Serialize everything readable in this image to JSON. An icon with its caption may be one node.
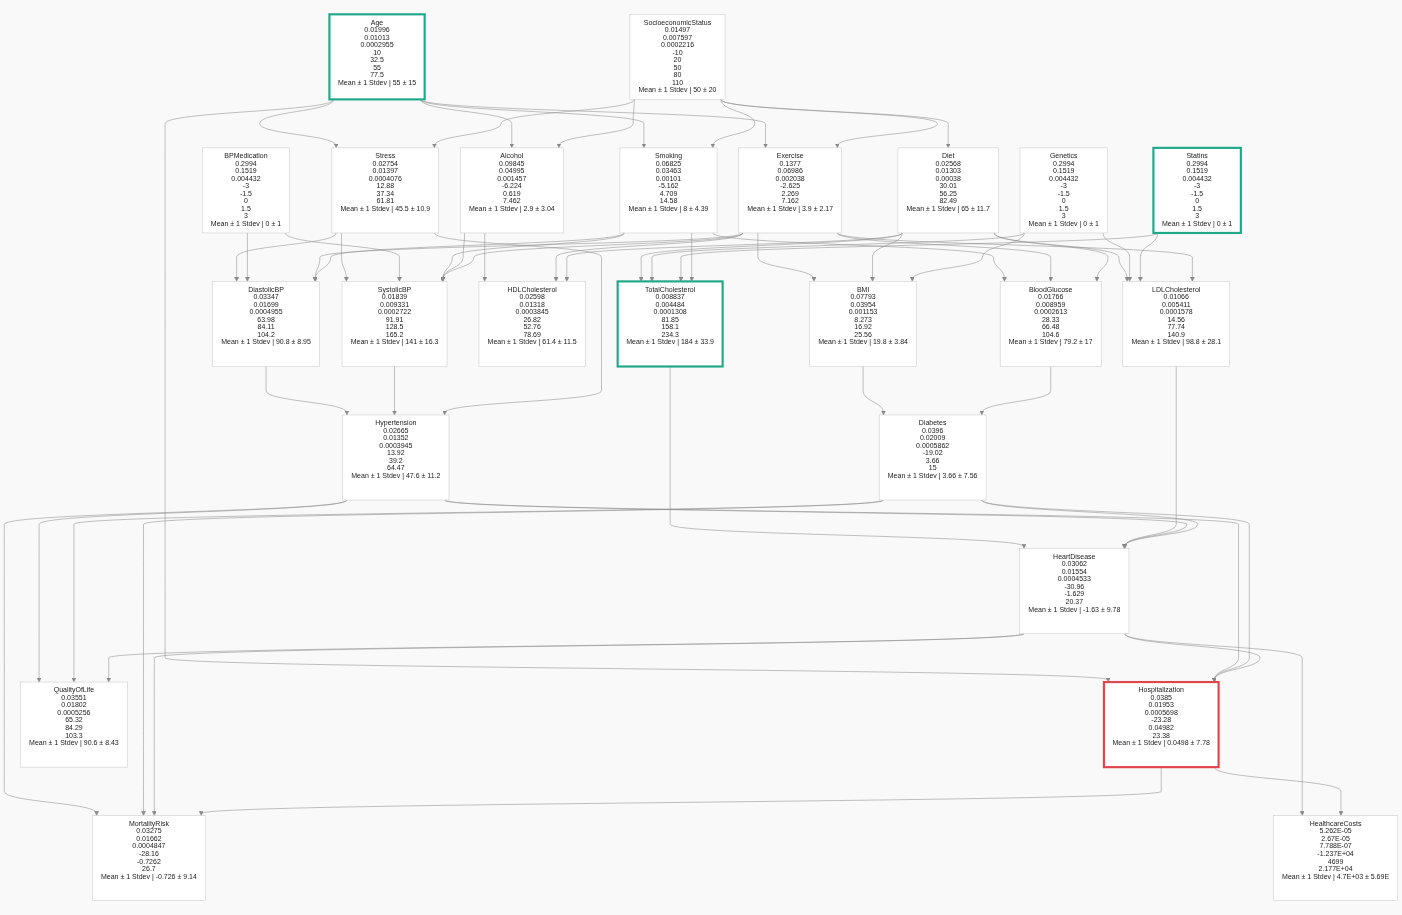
{
  "diagram": {
    "nodes": [
      {
        "text": [
          "Age",
          "0.01996",
          "0.01013",
          "0.0002955",
          "10",
          "32.5",
          "55",
          "77.5",
          "Mean ± 1 Stdev | 55 ± 15"
        ]
      },
      {
        "text": [
          "SocioeconomicStatus",
          "0.01497",
          "0.007597",
          "0.0002216",
          "-10",
          "20",
          "50",
          "80",
          "110",
          "Mean ± 1 Stdev | 50 ± 20"
        ]
      },
      {
        "text": [
          "Stress",
          "0.02754",
          "0.01397",
          "0.0004076",
          "12.88",
          "37.34",
          "61.81",
          "Mean ± 1 Stdev | 45.5 ± 10.9"
        ]
      },
      {
        "text": [
          "BPMedication",
          "0.2994",
          "0.1519",
          "0.004432",
          "-3",
          "-1.5",
          "0",
          "1.5",
          "3",
          "Mean ± 1 Stdev | 0 ± 1"
        ]
      },
      {
        "text": [
          "Smoking",
          "0.06825",
          "0.03463",
          "0.00101",
          "-5.162",
          "4.709",
          "14.58",
          "Mean ± 1 Stdev | 8 ± 4.39"
        ]
      },
      {
        "text": [
          "Alcohol",
          "0.09845",
          "0.04995",
          "0.001457",
          "-6.224",
          "0.619",
          "7.462",
          "Mean ± 1 Stdev | 2.9 ± 3.04"
        ]
      },
      {
        "text": [
          "Exercise",
          "0.1377",
          "0.06986",
          "0.002038",
          "-2.625",
          "2.269",
          "7.162",
          "Mean ± 1 Stdev | 3.9 ± 2.17"
        ]
      },
      {
        "text": [
          "Diet",
          "0.02568",
          "0.01303",
          "0.00038",
          "30.01",
          "56.25",
          "82.49",
          "Mean ± 1 Stdev | 65 ± 11.7"
        ]
      },
      {
        "text": [
          "Genetics",
          "0.2994",
          "0.1519",
          "0.004432",
          "-3",
          "-1.5",
          "0",
          "1.5",
          "3",
          "Mean ± 1 Stdev | 0 ± 1"
        ]
      },
      {
        "text": [
          "Statins",
          "0.2994",
          "0.1519",
          "0.004432",
          "-3",
          "-1.5",
          "0",
          "1.5",
          "3",
          "Mean ± 1 Stdev | 0 ± 1"
        ]
      },
      {
        "text": [
          "DiastolicBP",
          "0.03347",
          "0.01699",
          "0.0004955",
          "63.98",
          "84.11",
          "104.2",
          "Mean ± 1 Stdev | 90.8 ± 8.95"
        ]
      },
      {
        "text": [
          "SystolicBP",
          "0.01839",
          "0.009331",
          "0.0002722",
          "91.91",
          "128.5",
          "165.2",
          "Mean ± 1 Stdev | 141 ± 16.3"
        ]
      },
      {
        "text": [
          "BloodGlucose",
          "0.01766",
          "0.008959",
          "0.0002613",
          "28.33",
          "66.48",
          "104.6",
          "Mean ± 1 Stdev | 79.2 ± 17"
        ]
      },
      {
        "text": [
          "HDLCholesterol",
          "0.02598",
          "0.01318",
          "0.0003845",
          "26.82",
          "52.76",
          "78.69",
          "Mean ± 1 Stdev | 61.4 ± 11.5"
        ]
      },
      {
        "text": [
          "BMI",
          "0.07793",
          "0.03954",
          "0.001153",
          "8.273",
          "16.92",
          "25.56",
          "Mean ± 1 Stdev | 19.8 ± 3.84"
        ]
      },
      {
        "text": [
          "TotalCholesterol",
          "0.008837",
          "0.004484",
          "0.0001308",
          "81.85",
          "158.1",
          "234.3",
          "Mean ± 1 Stdev | 184 ± 33.9"
        ]
      },
      {
        "text": [
          "LDLCholesterol",
          "0.01066",
          "0.005411",
          "0.0001578",
          "14.56",
          "77.74",
          "140.9",
          "Mean ± 1 Stdev | 98.8 ± 28.1"
        ]
      },
      {
        "text": [
          "Hypertension",
          "0.02665",
          "0.01352",
          "0.0003945",
          "13.92",
          "39.2",
          "64.47",
          "Mean ± 1 Stdev | 47.6 ± 11.2"
        ]
      },
      {
        "text": [
          "Diabetes",
          "0.0396",
          "0.02009",
          "0.0005862",
          "-19.02",
          "3.66",
          "15",
          "Mean ± 1 Stdev | 3.66 ± 7.56"
        ]
      },
      {
        "text": [
          "HeartDisease",
          "0.03062",
          "0.01554",
          "0.0004533",
          "-30.96",
          "-1.629",
          "20.37",
          "Mean ± 1 Stdev | -1.63 ± 9.78"
        ]
      },
      {
        "text": [
          "Hospitalization",
          "0.0385",
          "0.01953",
          "0.0005698",
          "-23.28",
          "0.04982",
          "23.38",
          "Mean ± 1 Stdev | 0.0498 ± 7.78"
        ]
      },
      {
        "text": [
          "MortalityRisk",
          "0.03275",
          "0.01662",
          "0.0004847",
          "-28.16",
          "-0.7262",
          "26.7",
          "Mean ± 1 Stdev | -0.726 ± 9.14"
        ]
      },
      {
        "text": [
          "QualityOfLife",
          "0.03551",
          "0.01802",
          "0.0005256",
          "65.32",
          "84.29",
          "103.3",
          "Mean ± 1 Stdev | 90.6 ± 8.43"
        ]
      },
      {
        "text": [
          "HealthcareCosts",
          "5.262E-05",
          "2.67E-05",
          "7.788E-07",
          "-1.237E+04",
          "4699",
          "2.177E+04",
          "Mean ± 1 Stdev | 4.7E+03 ± 5.69E"
        ]
      }
    ],
    "edges": [
      {
        "from": 0,
        "to": 2,
        "arrow": "to"
      },
      {
        "from": 1,
        "to": 2,
        "arrow": "to"
      },
      {
        "from": 0,
        "to": 4,
        "arrow": "to"
      },
      {
        "from": 1,
        "to": 4,
        "arrow": "to"
      },
      {
        "from": 0,
        "to": 5,
        "arrow": "to"
      },
      {
        "from": 1,
        "to": 5,
        "arrow": "to"
      },
      {
        "from": 0,
        "to": 6,
        "arrow": "to"
      },
      {
        "from": 1,
        "to": 6,
        "arrow": "to"
      },
      {
        "from": 1,
        "to": 7,
        "arrow": "to"
      },
      {
        "from": 0,
        "to": 20,
        "arrow": "to"
      },
      {
        "from": 2,
        "to": 10,
        "arrow": "to"
      },
      {
        "from": 2,
        "to": 11,
        "arrow": "to"
      },
      {
        "from": 3,
        "to": 10,
        "arrow": "to"
      },
      {
        "from": 3,
        "to": 11,
        "arrow": "to"
      },
      {
        "from": 4,
        "to": 11,
        "arrow": "to"
      },
      {
        "from": 4,
        "to": 12,
        "arrow": "to"
      },
      {
        "from": 5,
        "to": 11,
        "arrow": "to"
      },
      {
        "from": 6,
        "to": 10,
        "arrow": "to"
      },
      {
        "from": 5,
        "to": 13,
        "arrow": "to"
      },
      {
        "from": 6,
        "to": 14,
        "arrow": "to"
      },
      {
        "from": 6,
        "to": 13,
        "arrow": "to"
      },
      {
        "from": 6,
        "to": 12,
        "arrow": "to"
      },
      {
        "from": 7,
        "to": 14,
        "arrow": "to"
      },
      {
        "from": 7,
        "to": 15,
        "arrow": "to"
      },
      {
        "from": 7,
        "to": 16,
        "arrow": "to"
      },
      {
        "from": 7,
        "to": 12,
        "arrow": "to"
      },
      {
        "from": 8,
        "to": 15,
        "arrow": "to"
      },
      {
        "from": 8,
        "to": 16,
        "arrow": "to"
      },
      {
        "from": 8,
        "to": 14,
        "arrow": "to"
      },
      {
        "from": 9,
        "to": 15,
        "arrow": "to"
      },
      {
        "from": 9,
        "to": 16,
        "arrow": "to"
      },
      {
        "from": 4,
        "to": 15,
        "arrow": "to"
      },
      {
        "from": 14,
        "to": 18,
        "arrow": "to"
      },
      {
        "from": 10,
        "to": 17,
        "arrow": "to"
      },
      {
        "from": 11,
        "to": 17,
        "arrow": "to"
      },
      {
        "from": 12,
        "to": 18,
        "arrow": "to"
      },
      {
        "from": 15,
        "to": 19,
        "arrow": "to"
      },
      {
        "from": 16,
        "to": 19,
        "arrow": "to"
      },
      {
        "from": 17,
        "to": 19,
        "arrow": "to"
      },
      {
        "from": 17,
        "to": 20,
        "arrow": "to"
      },
      {
        "from": 17,
        "to": 21,
        "arrow": "to"
      },
      {
        "from": 17,
        "to": 22,
        "arrow": "to"
      },
      {
        "from": 18,
        "to": 19,
        "arrow": "to"
      },
      {
        "from": 18,
        "to": 20,
        "arrow": "to"
      },
      {
        "from": 18,
        "to": 21,
        "arrow": "to"
      },
      {
        "from": 18,
        "to": 22,
        "arrow": "to"
      },
      {
        "from": 19,
        "to": 20,
        "arrow": "to"
      },
      {
        "from": 19,
        "to": 21,
        "arrow": "to"
      },
      {
        "from": 19,
        "to": 22,
        "arrow": "to"
      },
      {
        "from": 19,
        "to": 23,
        "arrow": "to"
      },
      {
        "from": 20,
        "to": 21,
        "arrow": "to"
      },
      {
        "from": 20,
        "to": 23,
        "arrow": "to"
      },
      {
        "from": 6,
        "to": 16,
        "arrow": "to"
      },
      {
        "from": 7,
        "to": 13,
        "arrow": "to"
      },
      {
        "from": 4,
        "to": 10,
        "arrow": "to"
      },
      {
        "from": 6,
        "to": 11,
        "arrow": "to"
      },
      {
        "from": 2,
        "to": 17,
        "arrow": "to"
      }
    ]
  }
}
